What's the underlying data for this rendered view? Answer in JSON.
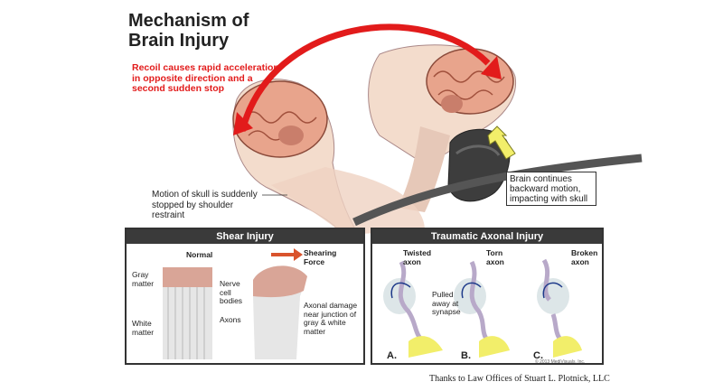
{
  "title": {
    "line1": "Mechanism of",
    "line2": "Brain Injury"
  },
  "recoil_text": "Recoil causes rapid acceleration in opposite direction and a second sudden stop",
  "motion_text": "Motion of skull is suddenly stopped by shoulder restraint",
  "callout_text": "Brain continues backward motion, impacting with skull",
  "shear_panel": {
    "heading": "Shear Injury",
    "normal_label": "Normal",
    "force_label": "Shearing Force",
    "gray_matter": "Gray matter",
    "white_matter": "White matter",
    "nerve_cell_bodies": "Nerve cell bodies",
    "axons": "Axons",
    "axonal_damage": "Axonal damage near junction of gray & white matter"
  },
  "axonal_panel": {
    "heading": "Traumatic Axonal Injury",
    "twisted": "Twisted axon",
    "torn": "Torn axon",
    "broken": "Broken axon",
    "pulled": "Pulled away at synapse",
    "letter_a": "A.",
    "letter_b": "B.",
    "letter_c": "C."
  },
  "copyright": "© 2013 MediVisuals, Inc.",
  "footer": "Thanks to Law Offices of Stuart L. Plotnick, LLC",
  "colors": {
    "red": "#e21b1b",
    "yellow": "#f2ee6a",
    "skin": "#f3dccc",
    "brain": "#e8a48c"
  }
}
